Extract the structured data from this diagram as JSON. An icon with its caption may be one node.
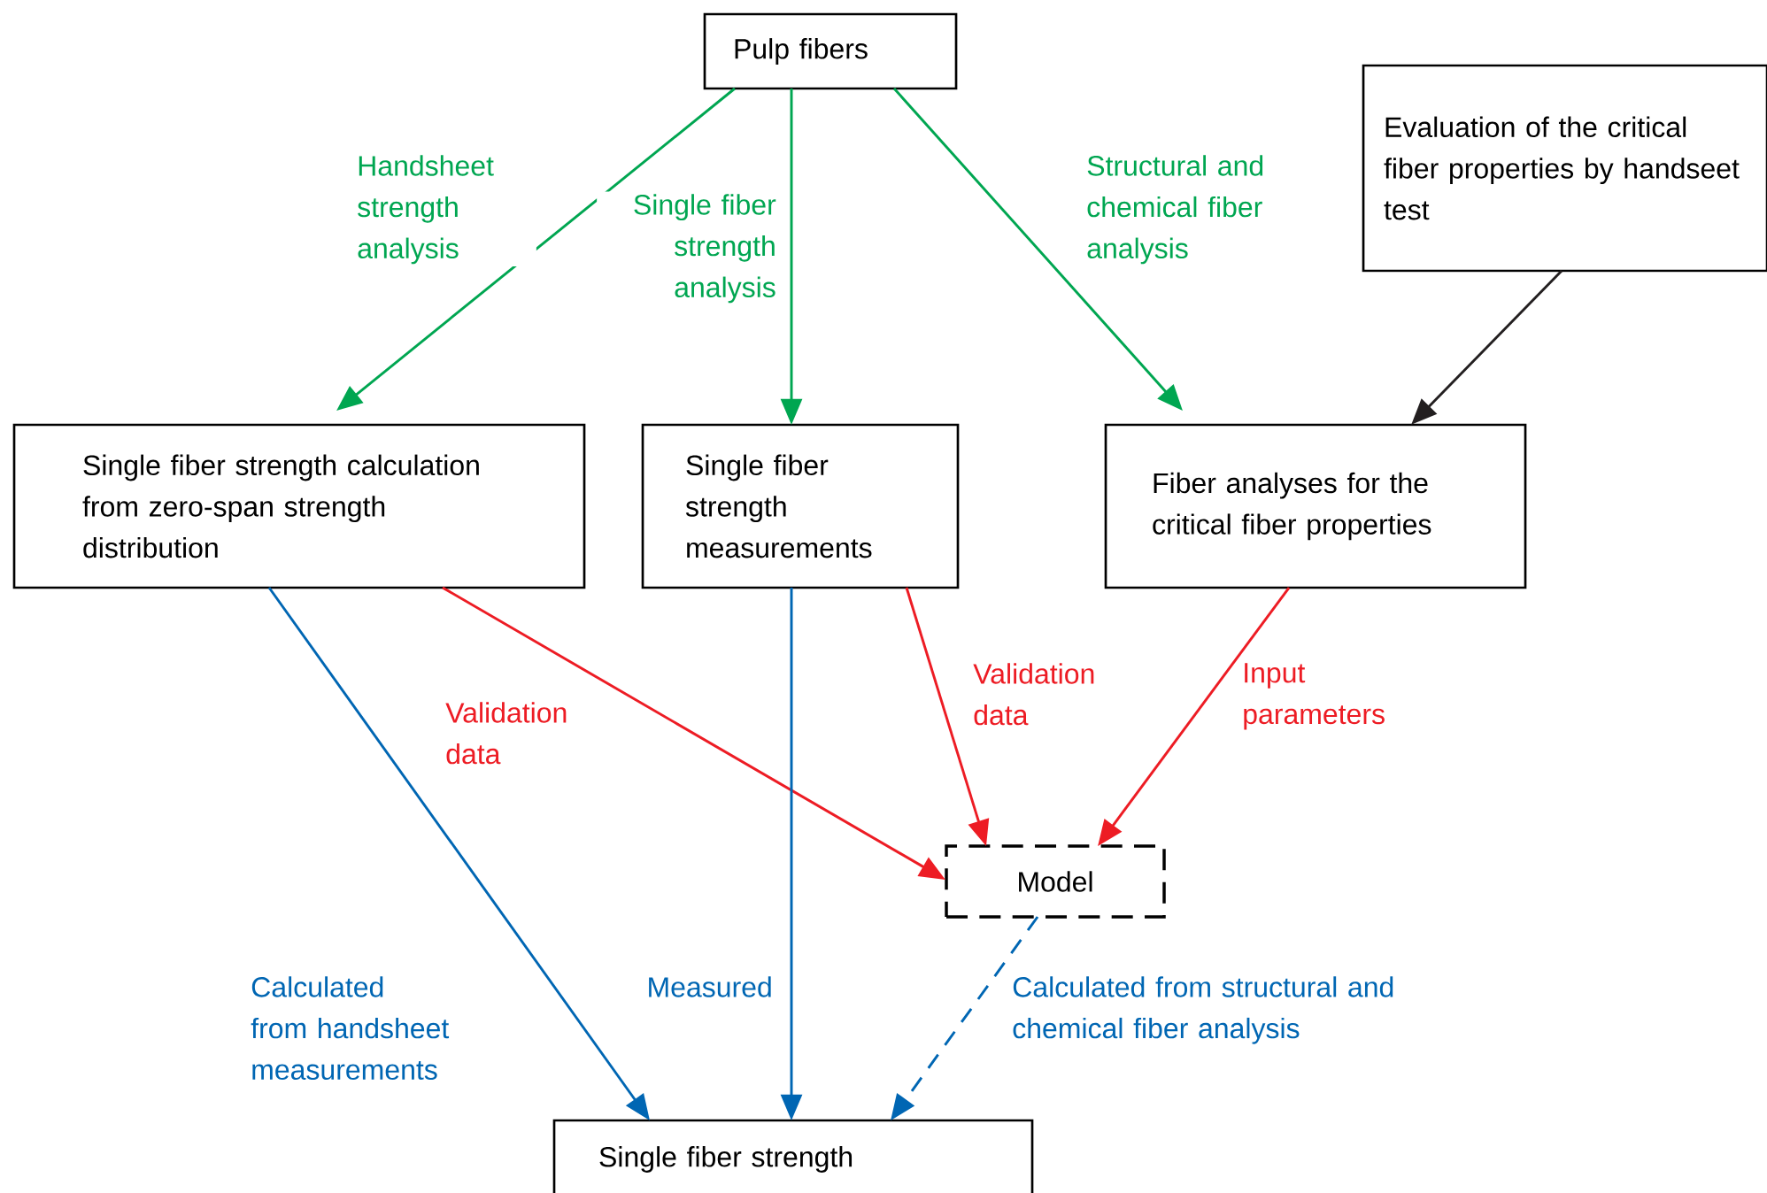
{
  "diagram": {
    "nodes": [
      {
        "text": [
          "Pulp fibers"
        ]
      },
      {
        "text": [
          "Evaluation of the critical fiber properties by handseet test"
        ]
      },
      {
        "text": [
          "Single fiber strength calculation from zero-span strength distribution"
        ]
      },
      {
        "text": [
          "Single fiber strength measurements"
        ]
      },
      {
        "text": [
          "Fiber analyses for the critical fiber properties"
        ]
      },
      {
        "text": [
          "Model"
        ]
      },
      {
        "text": [
          "Single fiber strength"
        ]
      }
    ],
    "edges": [
      {
        "from": 0,
        "to": 2,
        "arrow": "to",
        "label": "Handsheet strength analysis",
        "color": "#00a651"
      },
      {
        "from": 0,
        "to": 3,
        "arrow": "to",
        "label": "Single fiber strength analysis",
        "color": "#00a651"
      },
      {
        "from": 0,
        "to": 4,
        "arrow": "to",
        "label": "Structural and chemical fiber analysis",
        "color": "#00a651"
      },
      {
        "from": 1,
        "to": 4,
        "arrow": "to",
        "color": "#231f20"
      },
      {
        "from": 2,
        "to": 5,
        "arrow": "to",
        "label": "Validation data",
        "color": "#ed1c24"
      },
      {
        "from": 3,
        "to": 5,
        "arrow": "to",
        "label": "Validation data",
        "color": "#ed1c24"
      },
      {
        "from": 4,
        "to": 5,
        "arrow": "to",
        "label": "Input parameters",
        "color": "#ed1c24"
      },
      {
        "from": 2,
        "to": 6,
        "arrow": "to",
        "label": "Calculated from handsheet measurements",
        "color": "#0066b3"
      },
      {
        "from": 3,
        "to": 6,
        "arrow": "to",
        "label": "Measured",
        "color": "#0066b3"
      },
      {
        "from": 5,
        "to": 6,
        "arrow": "to",
        "label": "Calculated from structural and chemical fiber analysis",
        "style": "dashed",
        "color": "#0066b3"
      }
    ]
  }
}
